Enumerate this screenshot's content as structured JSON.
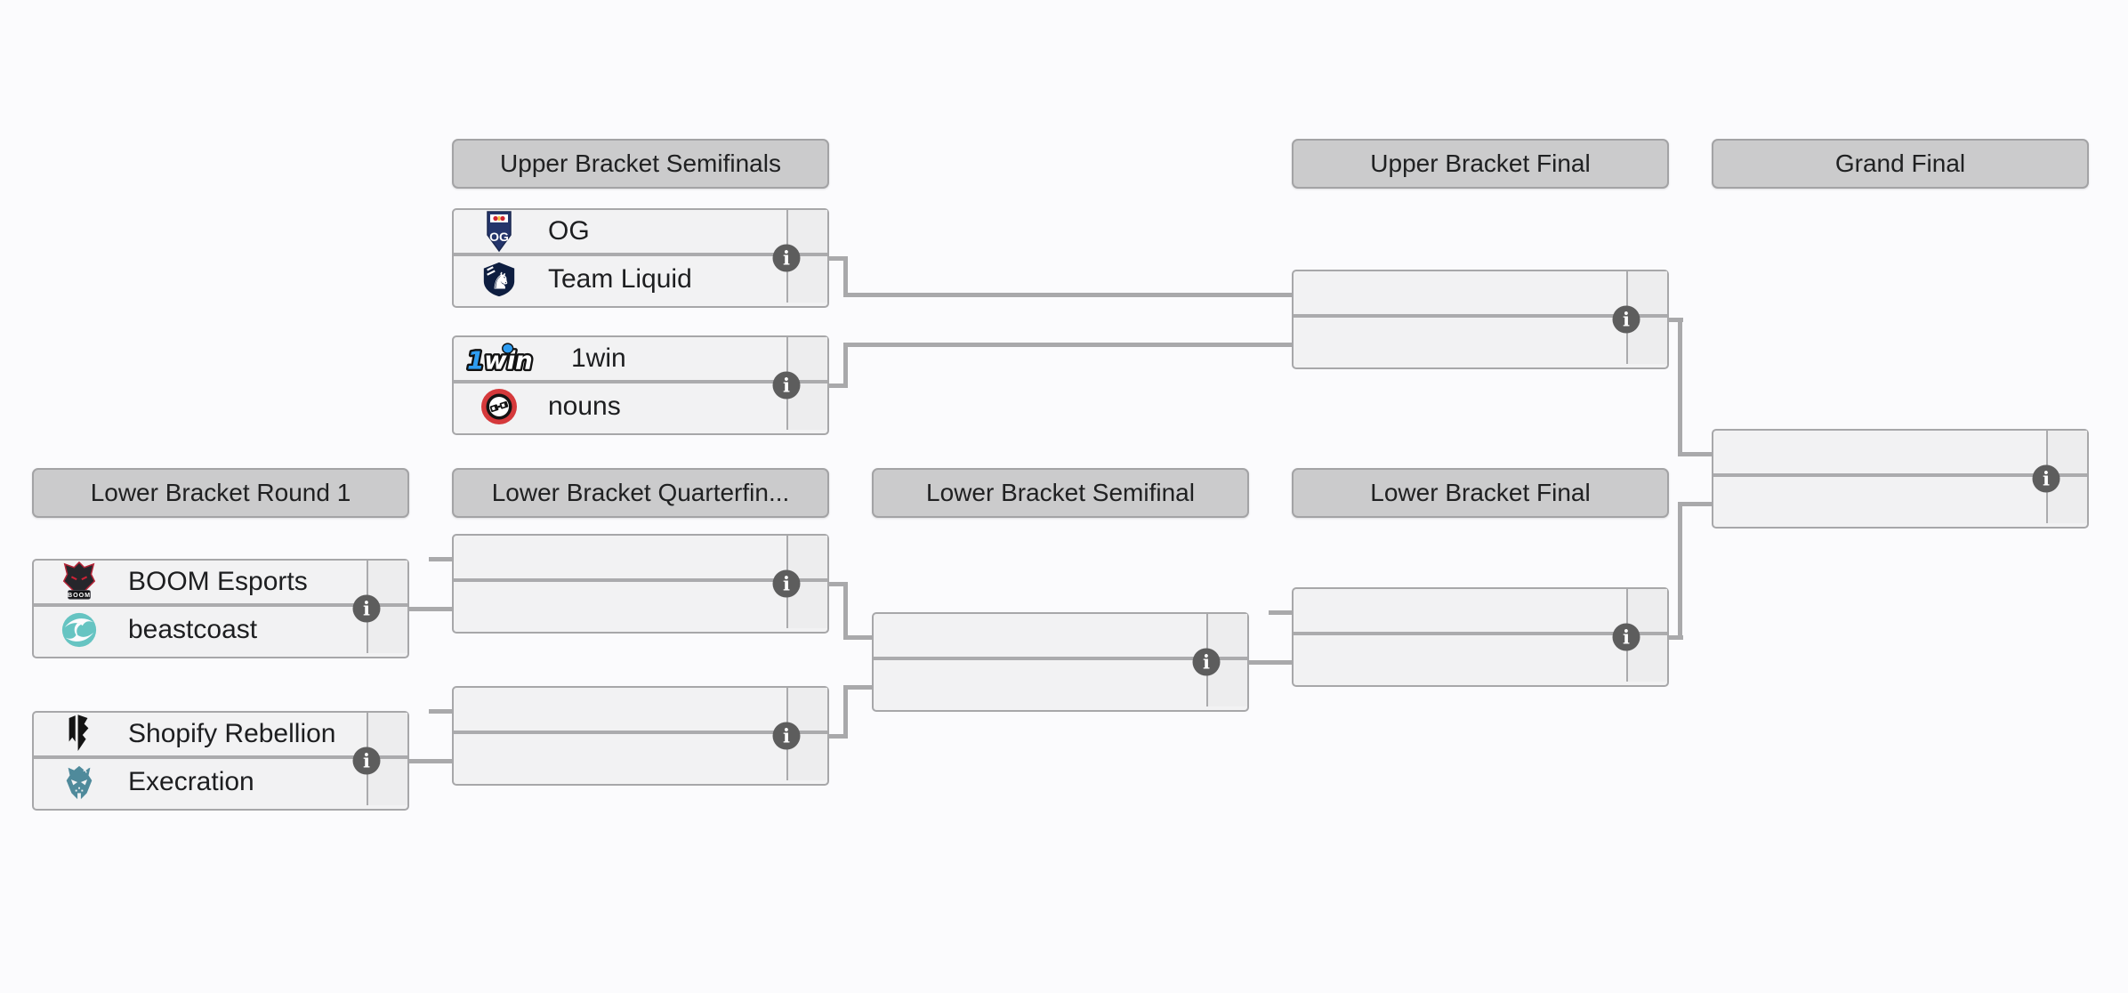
{
  "ui": {
    "info_glyph": "i",
    "colors": {
      "background": "#fbfbfd",
      "match_fill": "#f2f2f3",
      "score_fill": "#ededee",
      "header_fill": "#cbcbcc",
      "border": "#a7a7a9",
      "connector": "#a9a9ab",
      "info_circle": "#5d5d5d",
      "text": "#202122",
      "og_blue": "#24356b",
      "team_liquid_navy": "#0e1e40",
      "onewin_blue": "#2e9df2",
      "nouns_red": "#d5393b",
      "boom_dark": "#26262b",
      "beastcoast_teal": "#66c4c2",
      "shopify_rebellion_black": "#141414",
      "execration_teal": "#4f8a9b"
    }
  },
  "bracket": {
    "headers": [
      {
        "label": "Upper Bracket Semifinals"
      },
      {
        "label": "Upper Bracket Final"
      },
      {
        "label": "Grand Final"
      },
      {
        "label": "Lower Bracket Round 1"
      },
      {
        "label": "Lower Bracket Quarterfin..."
      },
      {
        "label": "Lower Bracket Semifinal"
      },
      {
        "label": "Lower Bracket Final"
      }
    ],
    "matches": [
      {
        "id": "upper-bracket-semifinal-1",
        "slots": [
          {
            "team": "OG",
            "logo": "og-shield-logo",
            "score": ""
          },
          {
            "team": "Team Liquid",
            "logo": "team-liquid-horse-logo",
            "score": ""
          }
        ]
      },
      {
        "id": "upper-bracket-semifinal-2",
        "slots": [
          {
            "team": "1win",
            "logo": "1win-wordmark-logo",
            "score": ""
          },
          {
            "team": "nouns",
            "logo": "nouns-glasses-logo",
            "score": ""
          }
        ]
      },
      {
        "id": "upper-bracket-final",
        "slots": [
          {
            "team": "",
            "score": ""
          },
          {
            "team": "",
            "score": ""
          }
        ]
      },
      {
        "id": "grand-final",
        "slots": [
          {
            "team": "",
            "score": ""
          },
          {
            "team": "",
            "score": ""
          }
        ]
      },
      {
        "id": "lower-bracket-round1-match1",
        "slots": [
          {
            "team": "BOOM Esports",
            "logo": "boom-esports-wolf-logo",
            "score": ""
          },
          {
            "team": "beastcoast",
            "logo": "beastcoast-wave-logo",
            "score": ""
          }
        ]
      },
      {
        "id": "lower-bracket-round1-match2",
        "slots": [
          {
            "team": "Shopify Rebellion",
            "logo": "shopify-rebellion-mark-logo",
            "score": ""
          },
          {
            "team": "Execration",
            "logo": "execration-skull-logo",
            "score": ""
          }
        ]
      },
      {
        "id": "lower-bracket-quarterfinal-1",
        "slots": [
          {
            "team": "",
            "score": ""
          },
          {
            "team": "",
            "score": ""
          }
        ]
      },
      {
        "id": "lower-bracket-quarterfinal-2",
        "slots": [
          {
            "team": "",
            "score": ""
          },
          {
            "team": "",
            "score": ""
          }
        ]
      },
      {
        "id": "lower-bracket-semifinal",
        "slots": [
          {
            "team": "",
            "score": ""
          },
          {
            "team": "",
            "score": ""
          }
        ]
      },
      {
        "id": "lower-bracket-final",
        "slots": [
          {
            "team": "",
            "score": ""
          },
          {
            "team": "",
            "score": ""
          }
        ]
      }
    ]
  }
}
